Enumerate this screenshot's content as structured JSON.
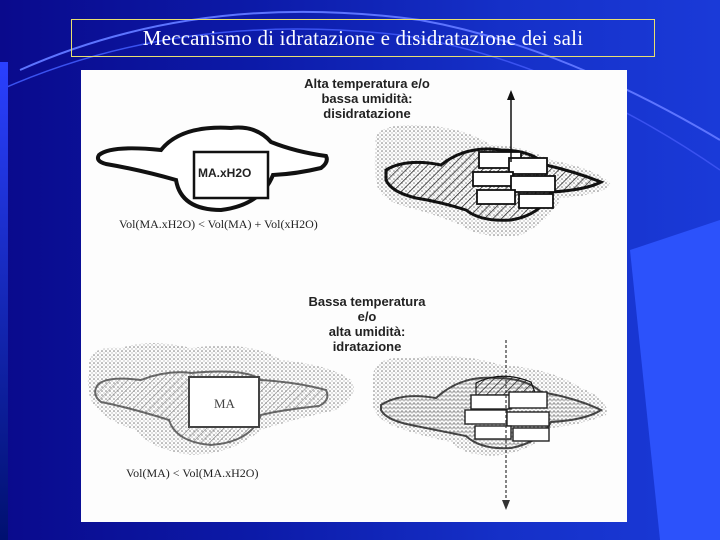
{
  "slide": {
    "title": "Meccanismo di idratazione e disidratazione dei sali"
  },
  "figure": {
    "top_panel": {
      "header_lines": [
        "Alta temperatura e/o",
        "bassa umidità:",
        "disidratazione"
      ],
      "crystal_label": "MA.xH2O",
      "formula": "Vol(MA.xH2O) < Vol(MA) + Vol(xH2O)"
    },
    "bottom_panel": {
      "header_lines": [
        "Bassa temperatura",
        "e/o",
        "alta umidità:",
        "idratazione"
      ],
      "crystal_label": "MA",
      "formula": "Vol(MA) < Vol(MA.xH2O)"
    }
  },
  "colors": {
    "background": "#0c1aa8",
    "title_border": "#e8e070",
    "title_text": "#ffffff"
  }
}
